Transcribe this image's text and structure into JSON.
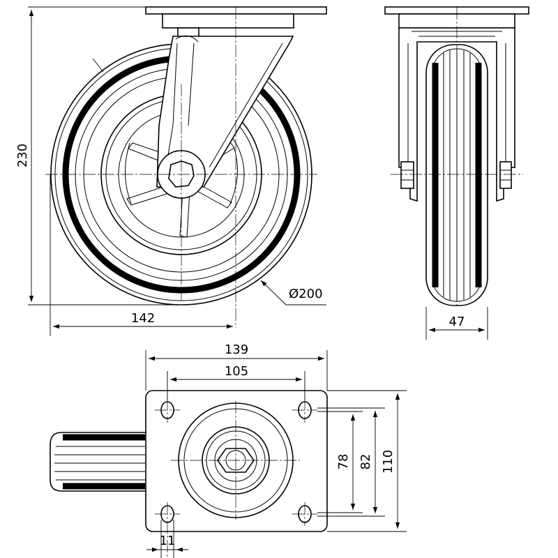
{
  "dimensions": {
    "overall_height": "230",
    "offset": "142",
    "wheel_diameter": "Ø200",
    "wheel_width": "47",
    "plate_width": "139",
    "hole_spacing_x": "105",
    "hole_spacing_y": "78",
    "hole_spacing_y2": "82",
    "plate_length": "110",
    "hole_diameter": "11"
  }
}
